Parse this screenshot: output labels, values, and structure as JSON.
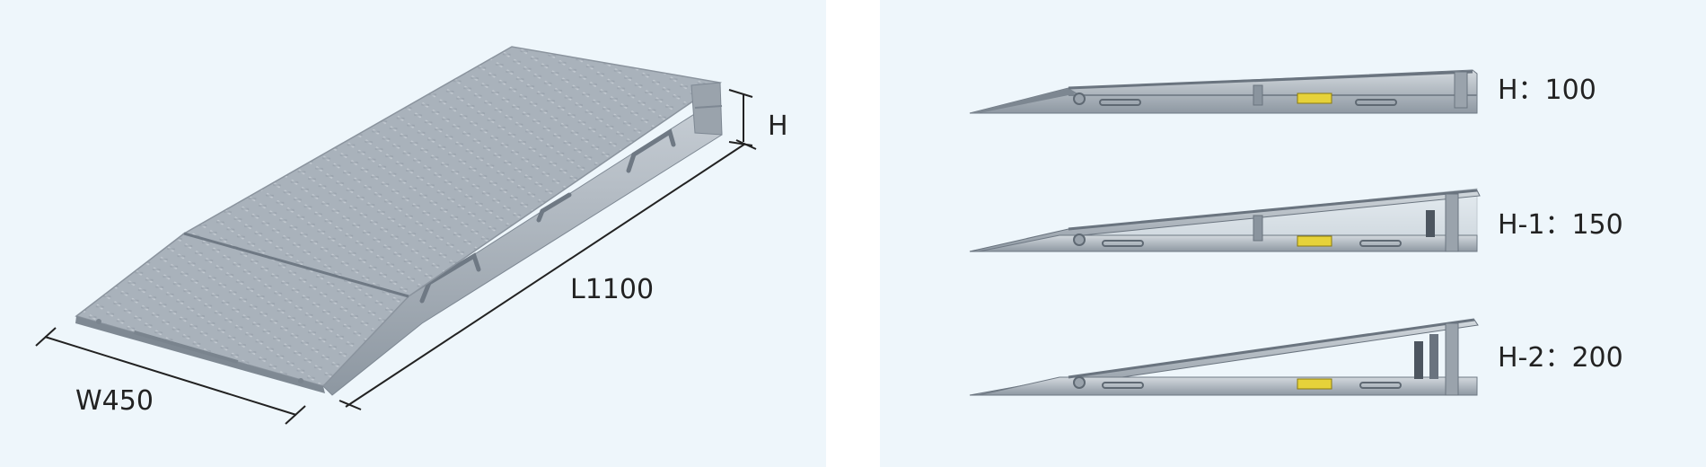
{
  "dimensions": {
    "width_label": "W450",
    "length_label": "L1100",
    "height_label": "H"
  },
  "height_variants": [
    {
      "label": "H：100"
    },
    {
      "label": "H-1：150"
    },
    {
      "label": "H-2：200"
    }
  ],
  "colors": {
    "panel_bg": "#eef6fb",
    "plate": "#a9b2bb",
    "plate_dark": "#8e98a2",
    "label_yellow": "#e6d23a"
  }
}
